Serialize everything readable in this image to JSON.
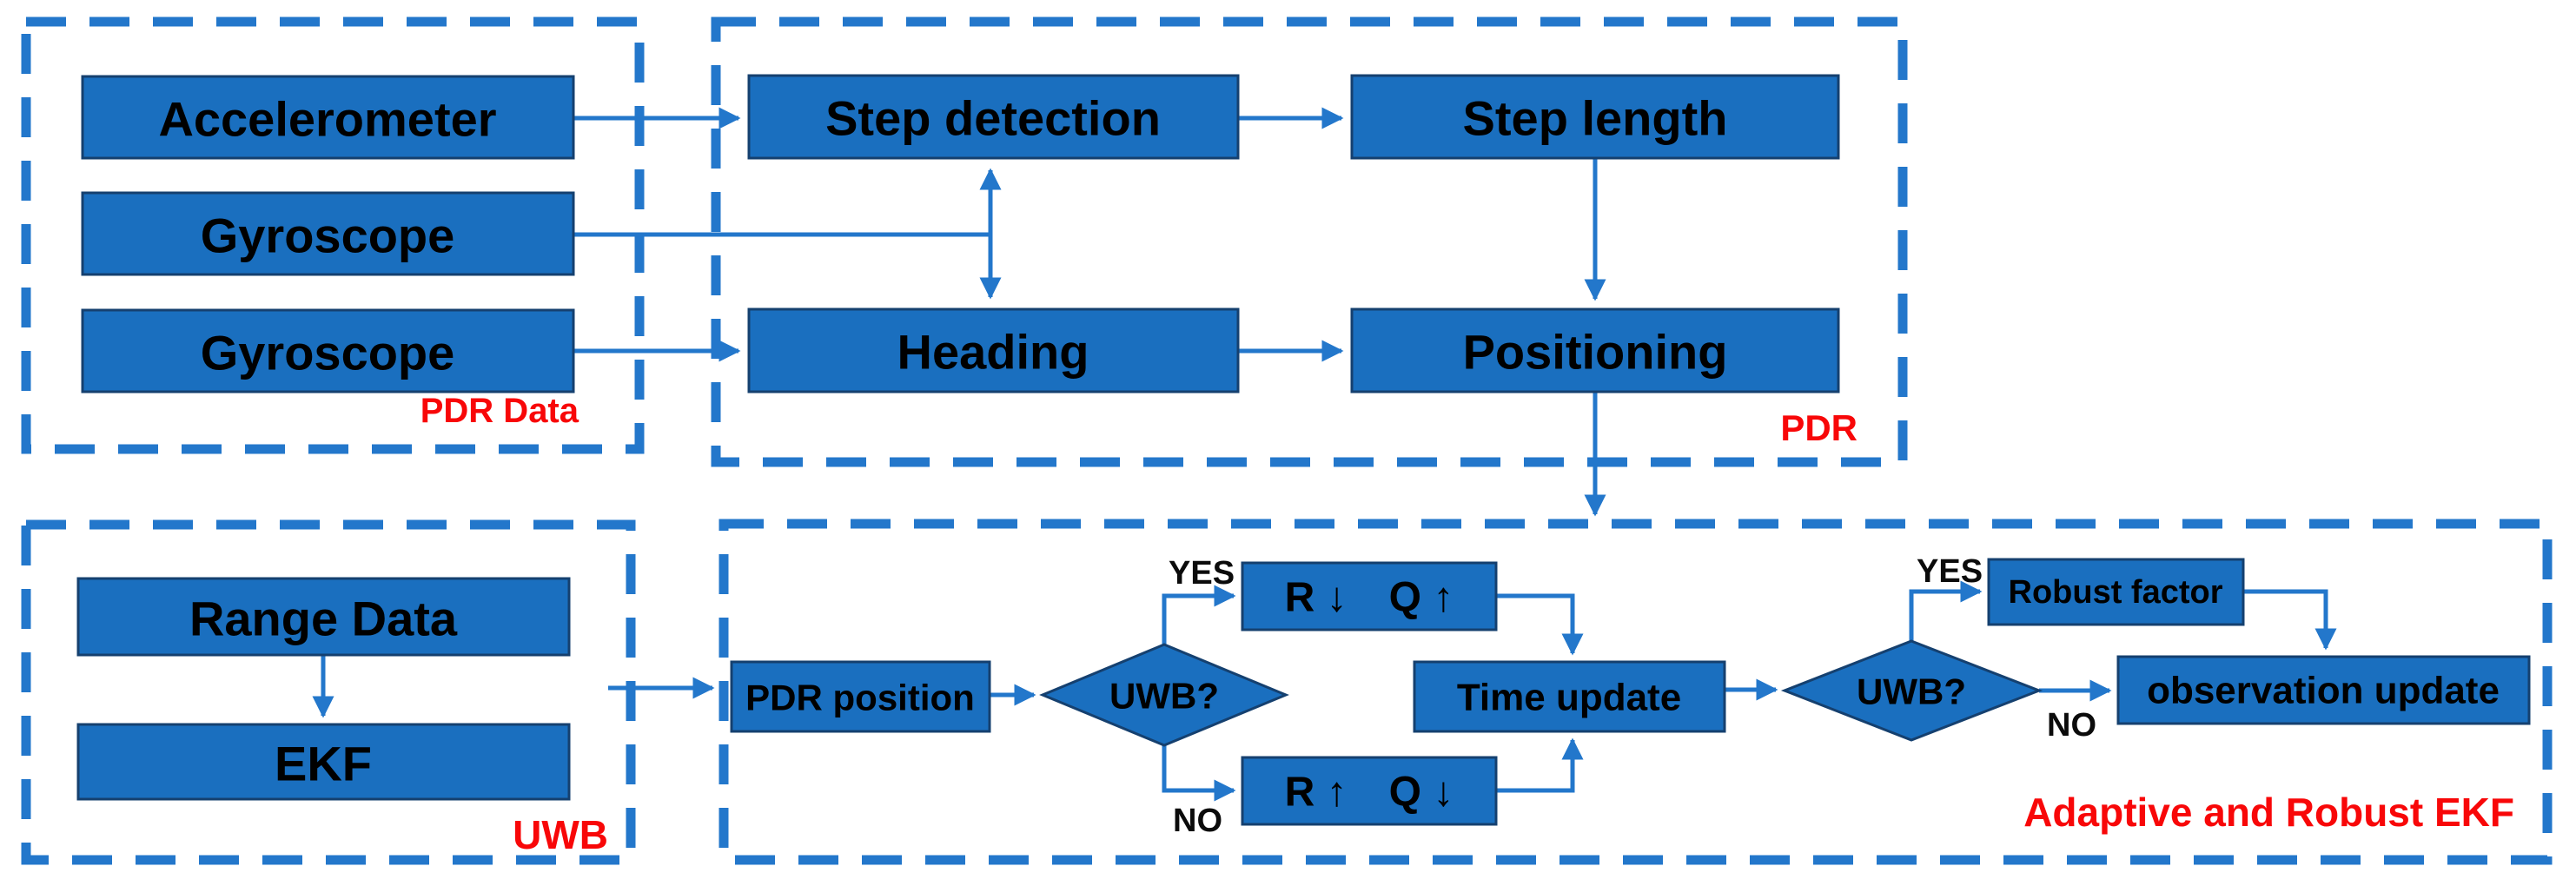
{
  "colors": {
    "node_fill": "#1a6fbf",
    "node_stroke": "#15406f",
    "line": "#2377cb",
    "label_red": "#f80708",
    "text": "#000000",
    "bg": "#ffffff"
  },
  "containers": {
    "pdr_data": {
      "label": "PDR Data"
    },
    "pdr": {
      "label": "PDR"
    },
    "uwb": {
      "label": "UWB"
    },
    "adaptive_robust_ekf": {
      "label": "Adaptive and Robust EKF"
    }
  },
  "nodes": {
    "accelerometer": {
      "label": "Accelerometer"
    },
    "gyroscope_1": {
      "label": "Gyroscope"
    },
    "gyroscope_2": {
      "label": "Gyroscope"
    },
    "step_detection": {
      "label": "Step detection"
    },
    "step_length": {
      "label": "Step length"
    },
    "heading": {
      "label": "Heading"
    },
    "positioning": {
      "label": "Positioning"
    },
    "range_data": {
      "label": "Range Data"
    },
    "ekf": {
      "label": "EKF"
    },
    "pdr_position": {
      "label": "PDR position"
    },
    "uwb_check_1": {
      "label": "UWB?"
    },
    "r_down_q_up": {
      "label": "R ↓ Q ↑"
    },
    "r_up_q_down": {
      "label": "R ↑ Q ↓"
    },
    "time_update": {
      "label": "Time update"
    },
    "uwb_check_2": {
      "label": "UWB?"
    },
    "robust_factor": {
      "label": "Robust factor"
    },
    "observation_update": {
      "label": "observation update"
    }
  },
  "branch_labels": {
    "yes_1": "YES",
    "no_1": "NO",
    "yes_2": "YES",
    "no_2": "NO"
  }
}
